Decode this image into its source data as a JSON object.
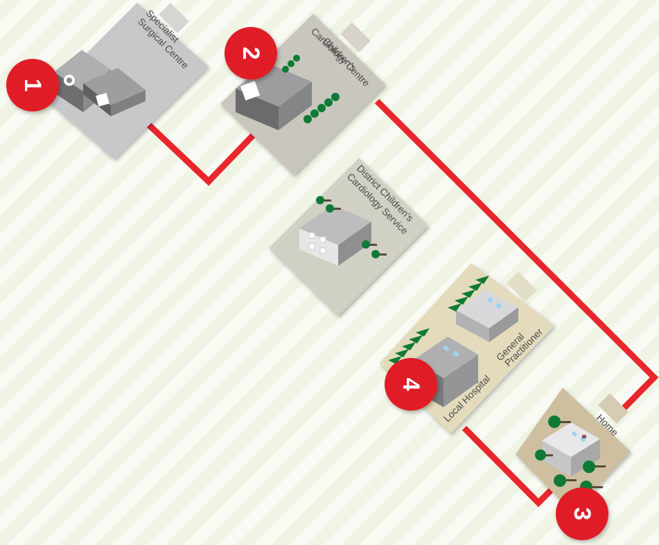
{
  "sites": [
    {
      "id": "specialist",
      "lines": [
        "Specialist",
        "Surgical Centre"
      ]
    },
    {
      "id": "cardiology",
      "lines": [
        "Children's",
        "Cardiology Centre"
      ]
    },
    {
      "id": "district",
      "lines": [
        "District Children's",
        "Cardiology Service"
      ]
    },
    {
      "id": "gp",
      "lines": [
        "General",
        "Practitioner"
      ]
    },
    {
      "id": "local",
      "lines": [
        "Local Hospital"
      ]
    },
    {
      "id": "home",
      "lines": [
        "Home"
      ]
    }
  ],
  "steps": [
    "1",
    "2",
    "3",
    "4"
  ],
  "colors": {
    "route": "#e8262c",
    "badge": "#e01f26",
    "tree": "#0e7a36"
  }
}
